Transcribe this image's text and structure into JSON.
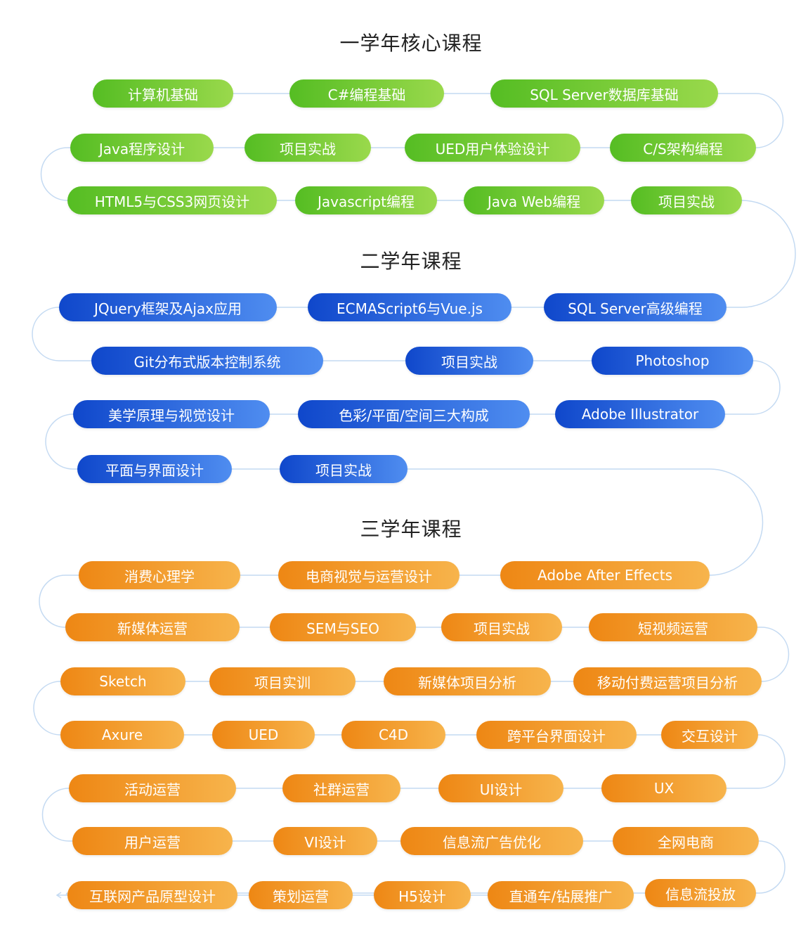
{
  "colors": {
    "connector": "#c4daf2",
    "green": "#6cc530",
    "blue": "#1a55d6",
    "orange": "#f29a2b"
  },
  "sections": [
    {
      "title": "一学年核心课程",
      "color": "green",
      "rows": [
        [
          "计算机基础",
          "C#编程基础",
          "SQL Server数据库基础"
        ],
        [
          "Java程序设计",
          "项目实战",
          "UED用户体验设计",
          "C/S架构编程"
        ],
        [
          "HTML5与CSS3网页设计",
          "Javascript编程",
          "Java Web编程",
          "项目实战"
        ]
      ]
    },
    {
      "title": "二学年课程",
      "color": "blue",
      "rows": [
        [
          "JQuery框架及Ajax应用",
          "ECMAScript6与Vue.js",
          "SQL Server高级编程"
        ],
        [
          "Git分布式版本控制系统",
          "项目实战",
          "Photoshop"
        ],
        [
          "美学原理与视觉设计",
          "色彩/平面/空间三大构成",
          "Adobe Illustrator"
        ],
        [
          "平面与界面设计",
          "项目实战"
        ]
      ]
    },
    {
      "title": "三学年课程",
      "color": "orange",
      "rows": [
        [
          "消费心理学",
          "电商视觉与运营设计",
          "Adobe After Effects"
        ],
        [
          "新媒体运营",
          "SEM与SEO",
          "项目实战",
          "短视频运营"
        ],
        [
          "Sketch",
          "项目实训",
          "新媒体项目分析",
          "移动付费运营项目分析"
        ],
        [
          "Axure",
          "UED",
          "C4D",
          "跨平台界面设计",
          "交互设计"
        ],
        [
          "活动运营",
          "社群运营",
          "UI设计",
          "UX"
        ],
        [
          "用户运营",
          "VI设计",
          "信息流广告优化",
          "全网电商"
        ],
        [
          "互联网产品原型设计",
          "策划运营",
          "H5设计",
          "直通车/钻展推广",
          "信息流投放"
        ]
      ]
    }
  ]
}
